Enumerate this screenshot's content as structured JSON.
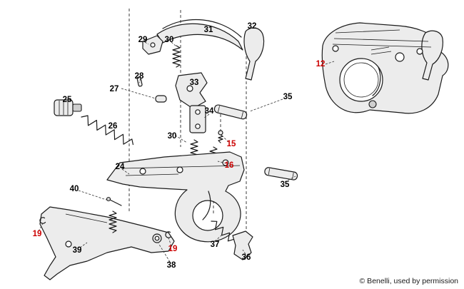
{
  "page": {
    "attribution": "© Benelli, used by permission"
  },
  "colors": {
    "background": "#ffffff",
    "line_art": "#1a1a1a",
    "label_default": "#000000",
    "label_highlight": "#cc0000"
  },
  "diagram": {
    "type": "exploded-parts-diagram",
    "subject": "trigger group assembly"
  },
  "labels": [
    {
      "text": "29",
      "highlight": false
    },
    {
      "text": "30",
      "highlight": false
    },
    {
      "text": "31",
      "highlight": false
    },
    {
      "text": "32",
      "highlight": false
    },
    {
      "text": "28",
      "highlight": false
    },
    {
      "text": "27",
      "highlight": false
    },
    {
      "text": "33",
      "highlight": false
    },
    {
      "text": "25",
      "highlight": false
    },
    {
      "text": "34",
      "highlight": false
    },
    {
      "text": "35",
      "highlight": false
    },
    {
      "text": "26",
      "highlight": false
    },
    {
      "text": "30",
      "highlight": false
    },
    {
      "text": "15",
      "highlight": true
    },
    {
      "text": "16",
      "highlight": true
    },
    {
      "text": "24",
      "highlight": false
    },
    {
      "text": "35",
      "highlight": false
    },
    {
      "text": "40",
      "highlight": false
    },
    {
      "text": "19",
      "highlight": true
    },
    {
      "text": "39",
      "highlight": false
    },
    {
      "text": "19",
      "highlight": true
    },
    {
      "text": "37",
      "highlight": false
    },
    {
      "text": "38",
      "highlight": false
    },
    {
      "text": "36",
      "highlight": false
    },
    {
      "text": "12",
      "highlight": true
    }
  ]
}
